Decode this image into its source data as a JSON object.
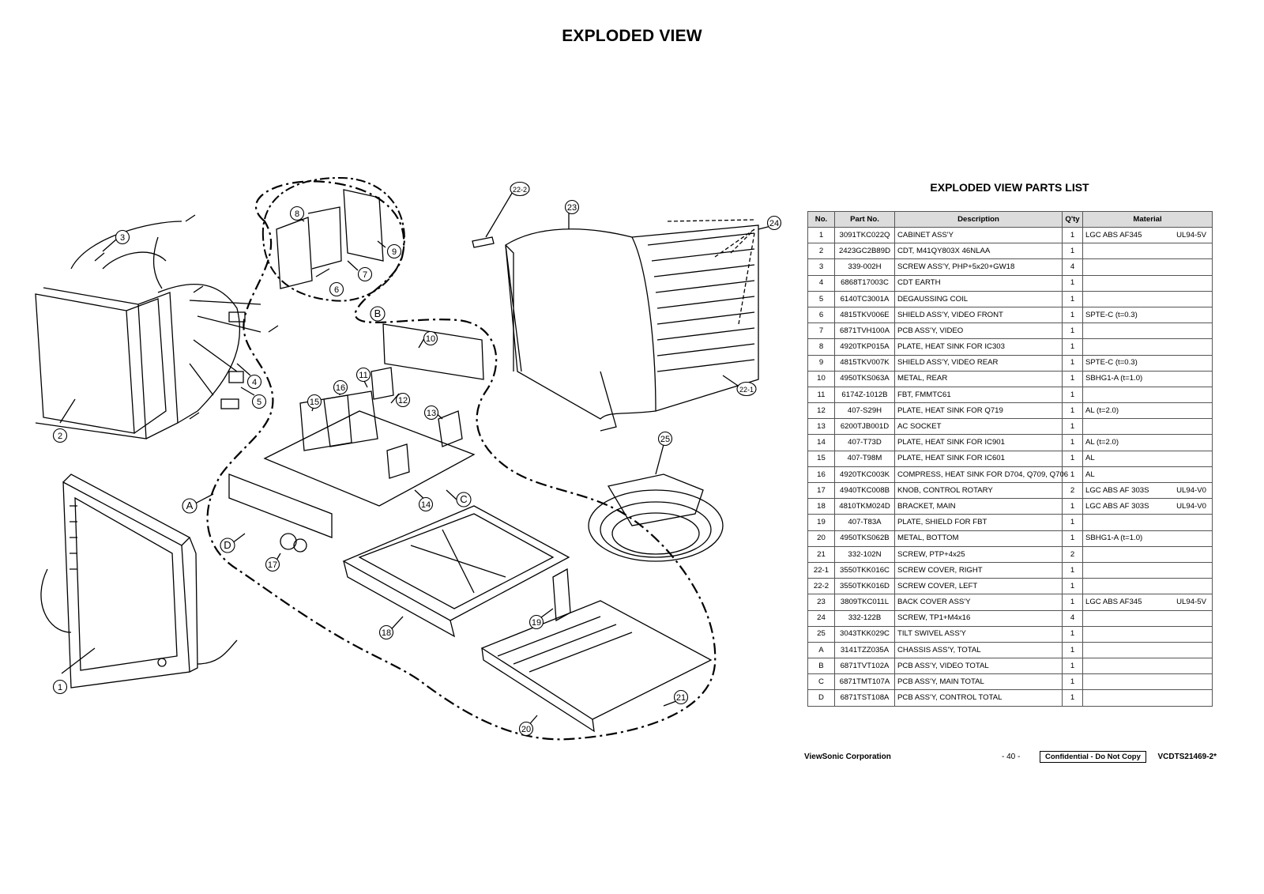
{
  "page": {
    "title": "EXPLODED VIEW"
  },
  "diagram": {
    "callouts": [
      "1",
      "2",
      "3",
      "4",
      "5",
      "6",
      "7",
      "8",
      "9",
      "10",
      "11",
      "12",
      "13",
      "14",
      "15",
      "16",
      "17",
      "18",
      "19",
      "20",
      "21",
      "22-1",
      "22-2",
      "23",
      "24",
      "25",
      "A",
      "B",
      "C",
      "D"
    ]
  },
  "parts_list": {
    "title": "EXPLODED VIEW PARTS LIST",
    "headers": [
      "No.",
      "Part No.",
      "Description",
      "Q'ty",
      "Material"
    ],
    "rows": [
      {
        "no": "1",
        "part": "3091TKC022Q",
        "desc": "CABINET ASS'Y",
        "qty": "1",
        "material": "LGC ABS AF345",
        "rating": "UL94-5V"
      },
      {
        "no": "2",
        "part": "2423GC2B89D",
        "desc": "CDT, M41QY803X 46NLAA",
        "qty": "1",
        "material": "",
        "rating": ""
      },
      {
        "no": "3",
        "part": "339-002H",
        "desc": "SCREW ASS'Y, PHP+5x20+GW18",
        "qty": "4",
        "material": "",
        "rating": ""
      },
      {
        "no": "4",
        "part": "6868T17003C",
        "desc": "CDT EARTH",
        "qty": "1",
        "material": "",
        "rating": ""
      },
      {
        "no": "5",
        "part": "6140TC3001A",
        "desc": "DEGAUSSING COIL",
        "qty": "1",
        "material": "",
        "rating": ""
      },
      {
        "no": "6",
        "part": "4815TKV006E",
        "desc": "SHIELD ASS'Y, VIDEO FRONT",
        "qty": "1",
        "material": "SPTE-C (t=0.3)",
        "rating": ""
      },
      {
        "no": "7",
        "part": "6871TVH100A",
        "desc": "PCB ASS'Y, VIDEO",
        "qty": "1",
        "material": "",
        "rating": ""
      },
      {
        "no": "8",
        "part": "4920TKP015A",
        "desc": "PLATE, HEAT SINK FOR IC303",
        "qty": "1",
        "material": "",
        "rating": ""
      },
      {
        "no": "9",
        "part": "4815TKV007K",
        "desc": "SHIELD ASS'Y, VIDEO REAR",
        "qty": "1",
        "material": "SPTE-C (t=0.3)",
        "rating": ""
      },
      {
        "no": "10",
        "part": "4950TKS063A",
        "desc": "METAL, REAR",
        "qty": "1",
        "material": "SBHG1-A (t=1.0)",
        "rating": ""
      },
      {
        "no": "11",
        "part": "6174Z-1012B",
        "desc": "FBT, FMMTC61",
        "qty": "1",
        "material": "",
        "rating": ""
      },
      {
        "no": "12",
        "part": "407-S29H",
        "desc": "PLATE, HEAT SINK FOR Q719",
        "qty": "1",
        "material": "AL (t=2.0)",
        "rating": ""
      },
      {
        "no": "13",
        "part": "6200TJB001D",
        "desc": "AC SOCKET",
        "qty": "1",
        "material": "",
        "rating": ""
      },
      {
        "no": "14",
        "part": "407-T73D",
        "desc": "PLATE, HEAT SINK FOR IC901",
        "qty": "1",
        "material": "AL (t=2.0)",
        "rating": ""
      },
      {
        "no": "15",
        "part": "407-T98M",
        "desc": "PLATE, HEAT SINK FOR IC601",
        "qty": "1",
        "material": "AL",
        "rating": ""
      },
      {
        "no": "16",
        "part": "4920TKC003K",
        "desc": "COMPRESS, HEAT SINK FOR D704, Q709, Q706",
        "qty": "1",
        "material": "AL",
        "rating": ""
      },
      {
        "no": "17",
        "part": "4940TKC008B",
        "desc": "KNOB, CONTROL ROTARY",
        "qty": "2",
        "material": "LGC ABS AF 303S",
        "rating": "UL94-V0"
      },
      {
        "no": "18",
        "part": "4810TKM024D",
        "desc": "BRACKET, MAIN",
        "qty": "1",
        "material": "LGC ABS AF 303S",
        "rating": "UL94-V0"
      },
      {
        "no": "19",
        "part": "407-T83A",
        "desc": "PLATE, SHIELD FOR FBT",
        "qty": "1",
        "material": "",
        "rating": ""
      },
      {
        "no": "20",
        "part": "4950TKS062B",
        "desc": "METAL, BOTTOM",
        "qty": "1",
        "material": "SBHG1-A (t=1.0)",
        "rating": ""
      },
      {
        "no": "21",
        "part": "332-102N",
        "desc": "SCREW, PTP+4x25",
        "qty": "2",
        "material": "",
        "rating": ""
      },
      {
        "no": "22-1",
        "part": "3550TKK016C",
        "desc": "SCREW COVER, RIGHT",
        "qty": "1",
        "material": "",
        "rating": ""
      },
      {
        "no": "22-2",
        "part": "3550TKK016D",
        "desc": "SCREW COVER, LEFT",
        "qty": "1",
        "material": "",
        "rating": ""
      },
      {
        "no": "23",
        "part": "3809TKC011L",
        "desc": "BACK COVER ASS'Y",
        "qty": "1",
        "material": "LGC ABS AF345",
        "rating": "UL94-5V"
      },
      {
        "no": "24",
        "part": "332-122B",
        "desc": "SCREW, TP1+M4x16",
        "qty": "4",
        "material": "",
        "rating": ""
      },
      {
        "no": "25",
        "part": "3043TKK029C",
        "desc": "TILT SWIVEL ASS'Y",
        "qty": "1",
        "material": "",
        "rating": ""
      },
      {
        "no": "A",
        "part": "3141TZZ035A",
        "desc": "CHASSIS ASS'Y, TOTAL",
        "qty": "1",
        "material": "",
        "rating": ""
      },
      {
        "no": "B",
        "part": "6871TVT102A",
        "desc": "PCB ASS'Y, VIDEO TOTAL",
        "qty": "1",
        "material": "",
        "rating": ""
      },
      {
        "no": "C",
        "part": "6871TMT107A",
        "desc": "PCB ASS'Y, MAIN TOTAL",
        "qty": "1",
        "material": "",
        "rating": ""
      },
      {
        "no": "D",
        "part": "6871TST108A",
        "desc": "PCB ASS'Y, CONTROL TOTAL",
        "qty": "1",
        "material": "",
        "rating": ""
      }
    ]
  },
  "footer": {
    "company": "ViewSonic Corporation",
    "page_number": "- 40 -",
    "confidential": "Confidential - Do Not Copy",
    "doc_id": "VCDTS21469-2*"
  }
}
